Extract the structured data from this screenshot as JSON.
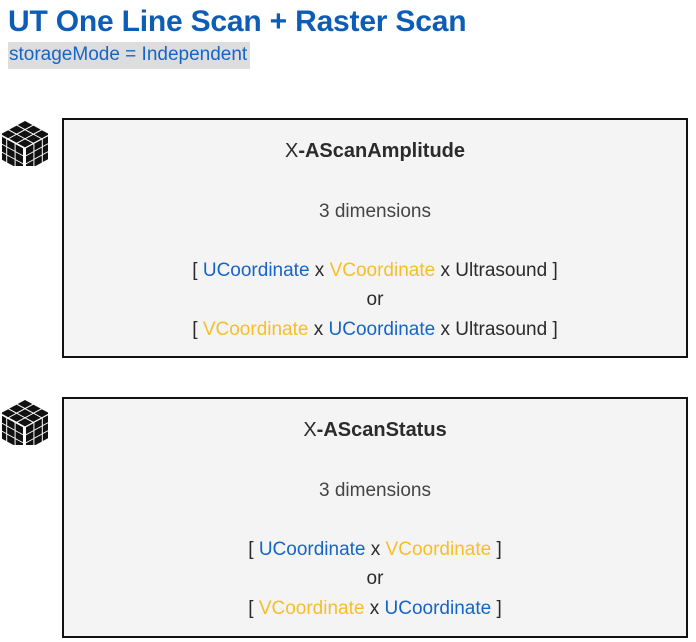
{
  "header": {
    "title": "UT One Line Scan + Raster Scan",
    "subtitle": "storageMode = Independent",
    "title_color": "#0d5cb6",
    "subtitle_color": "#1565c8",
    "subtitle_highlight": "#dddddd"
  },
  "colors": {
    "u_coordinate": "#1565c8",
    "v_coordinate": "#f6bf26",
    "plain_text": "#2b2b2b",
    "box_fill": "#f4f4f4",
    "box_border": "#111111"
  },
  "tokens": {
    "bracket_open": "[",
    "bracket_close": "]",
    "separator": "x",
    "or": "or",
    "u": "UCoordinate",
    "v": "VCoordinate",
    "ultrasound": "Ultrasound"
  },
  "entities": [
    {
      "icon": "cube-3d-icon",
      "title_prefix": "X",
      "title_name": "-AScanAmplitude",
      "dimension_count": "3 dimensions",
      "signature_1": "[ UCoordinate x VCoordinate x Ultrasound ]",
      "signature_or": "or",
      "signature_2": "[ VCoordinate x UCoordinate x Ultrasound ]",
      "sig1_parts": {
        "open": "[",
        "t1": "UCoordinate",
        "s1": "x",
        "t2": "VCoordinate",
        "s2": "x",
        "t3": "Ultrasound",
        "close": "]"
      },
      "sig2_parts": {
        "open": "[",
        "t1": "VCoordinate",
        "s1": "x",
        "t2": "UCoordinate",
        "s2": "x",
        "t3": "Ultrasound",
        "close": "]"
      }
    },
    {
      "icon": "cube-3d-icon",
      "title_prefix": "X",
      "title_name": "-AScanStatus",
      "dimension_count": "3 dimensions",
      "signature_1": "[ UCoordinate x VCoordinate ]",
      "signature_or": "or",
      "signature_2": "[ VCoordinate x UCoordinate ]",
      "sig1_parts": {
        "open": "[",
        "t1": "UCoordinate",
        "s1": "x",
        "t2": "VCoordinate",
        "close": "]"
      },
      "sig2_parts": {
        "open": "[",
        "t1": "VCoordinate",
        "s1": "x",
        "t2": "UCoordinate",
        "close": "]"
      }
    }
  ]
}
